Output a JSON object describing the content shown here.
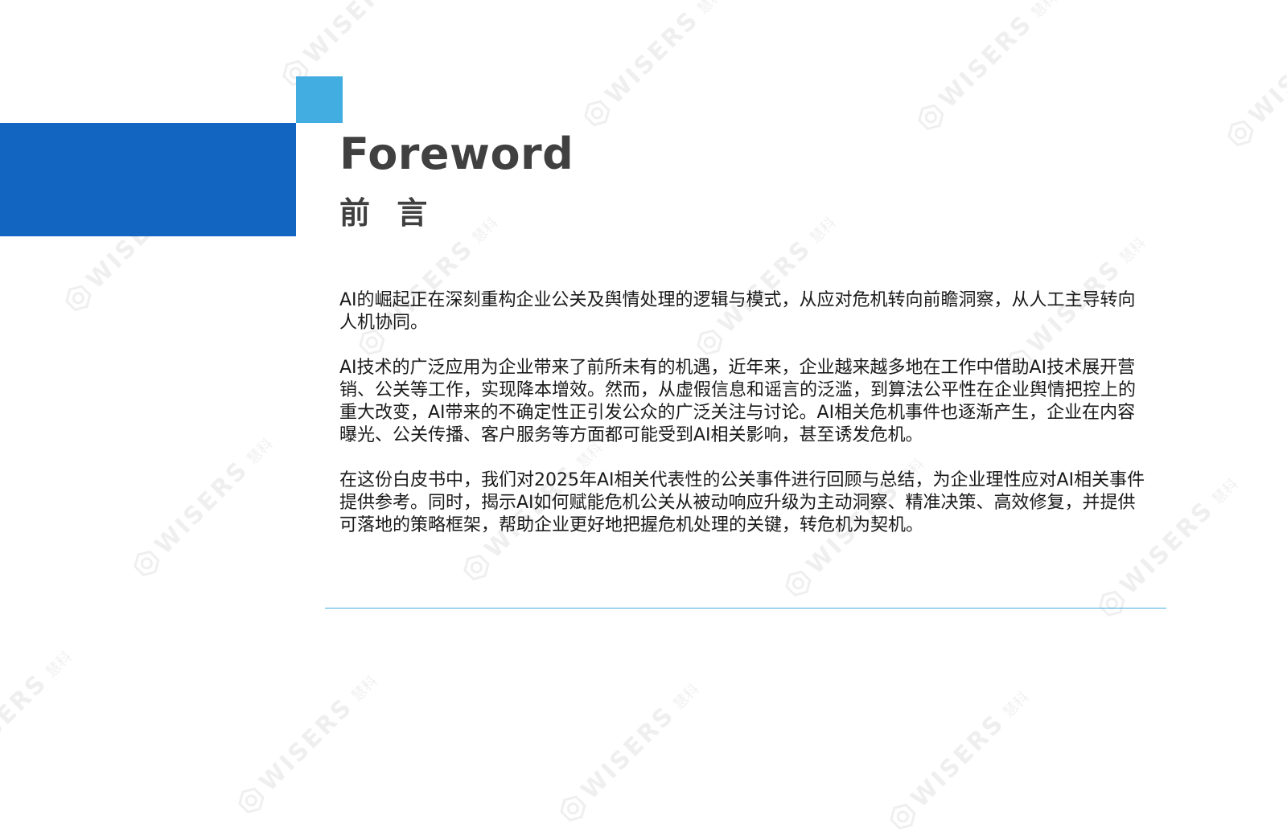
{
  "heading": {
    "title_en": "Foreword",
    "title_cn": "前 言"
  },
  "paragraphs": [
    "AI的崛起正在深刻重构企业公关及舆情处理的逻辑与模式，从应对危机转向前瞻洞察，从人工主导转向人机协同。",
    "AI技术的广泛应用为企业带来了前所未有的机遇，近年来，企业越来越多地在工作中借助AI技术展开营销、公关等工作，实现降本增效。然而，从虚假信息和谣言的泛滥，到算法公平性在企业舆情把控上的重大改变，AI带来的不确定性正引发公众的广泛关注与讨论。AI相关危机事件也逐渐产生，企业在内容曝光、公关传播、客户服务等方面都可能受到AI相关影响，甚至诱发危机。",
    "在这份白皮书中，我们对2025年AI相关代表性的公关事件进行回顾与总结，为企业理性应对AI相关事件提供参考。同时，揭示AI如何赋能危机公关从被动响应升级为主动洞察、精准决策、高效修复，并提供可落地的策略框架，帮助企业更好地把握危机处理的关键，转危机为契机。"
  ],
  "watermark": {
    "brand": "WISERS",
    "brand_cn": "慧科",
    "icon": "wisers-hexagon-logo"
  },
  "colors": {
    "primary_blue": "#1265c1",
    "accent_blue": "#42ade0",
    "title_gray": "#404040",
    "text": "#1a1a1a"
  }
}
